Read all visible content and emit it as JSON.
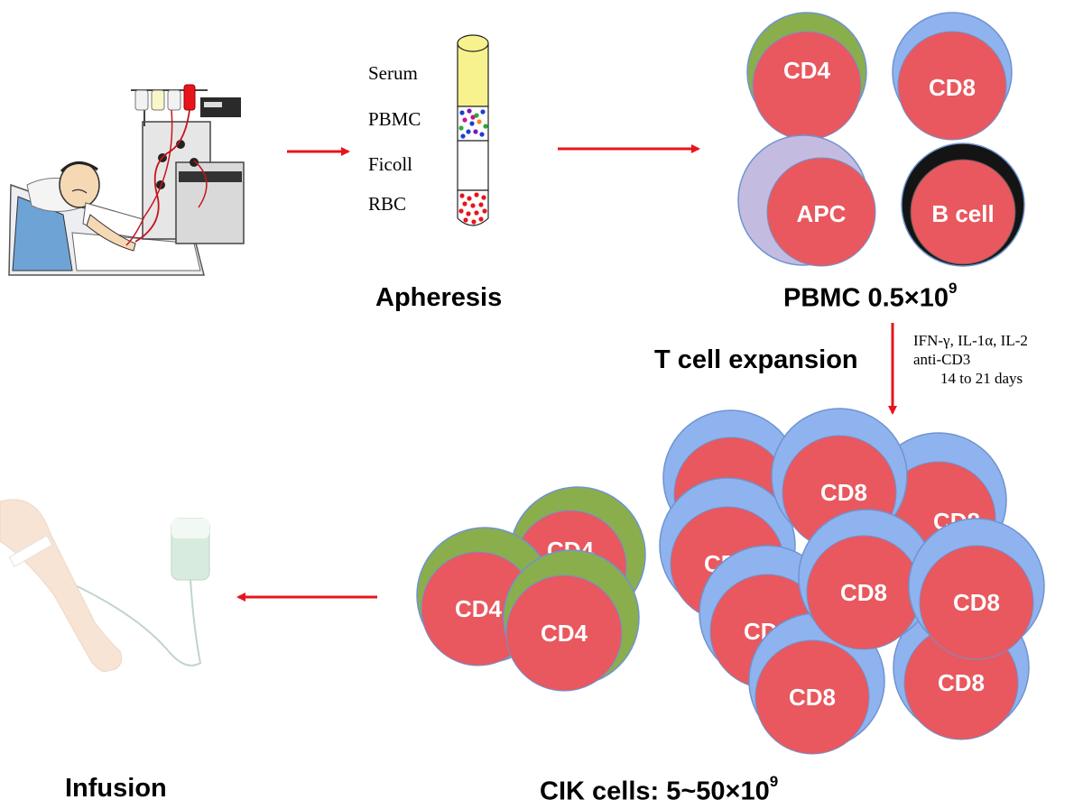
{
  "labels": {
    "apheresis": "Apheresis",
    "pbmc_count_prefix": "PBMC 0.5×10",
    "pbmc_count_exp": "9",
    "t_cell_expansion": "T cell expansion",
    "infusion": "Infusion",
    "cik_count_prefix": "CIK cells:  5~50×10",
    "cik_count_exp": "9"
  },
  "tube": {
    "layers": [
      "Serum",
      "PBMC",
      "Ficoll",
      "RBC"
    ]
  },
  "conditions": {
    "line1": "IFN-γ, IL-1α, IL-2",
    "line2": "anti-CD3",
    "line3": "14 to 21 days"
  },
  "pbmc_cells": {
    "cd4": "CD4",
    "cd8": "CD8",
    "apc": "APC",
    "b_cell": "B cell"
  },
  "cik_cells": {
    "cd4": "CD4",
    "cd8": "CD8"
  },
  "colors": {
    "arrow": "#e8141c",
    "nucleus": "#e8585e",
    "cd4_membrane": "#8aae4c",
    "cd8_membrane": "#8fb3ee",
    "apc_membrane": "#c4bce0",
    "b_cell_membrane": "#141414",
    "serum": "#f7f28d"
  }
}
